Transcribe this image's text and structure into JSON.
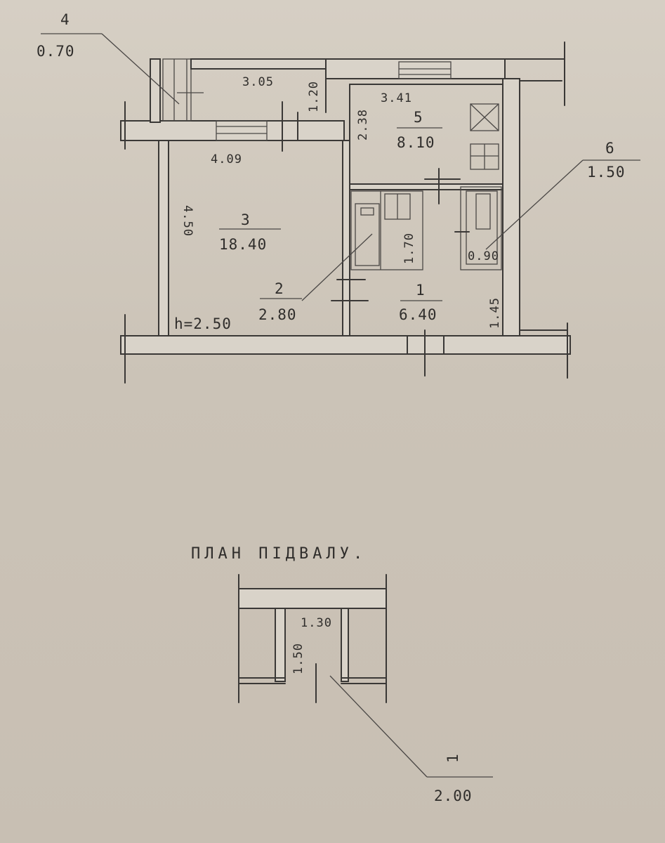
{
  "rooms": [
    {
      "num": "4",
      "area": "0.70"
    },
    {
      "num": "5",
      "area": "8.10"
    },
    {
      "num": "6",
      "area": "1.50"
    },
    {
      "num": "3",
      "area": "18.40"
    },
    {
      "num": "2",
      "area": "2.80"
    },
    {
      "num": "1",
      "area": "6.40"
    }
  ],
  "dims": {
    "balcony_len": "3.05",
    "balcony_w": "1.20",
    "kitchen_len": "3.41",
    "kitchen_w": "2.38",
    "room3_len": "4.09",
    "room3_w": "4.50",
    "bath_w": "1.70",
    "toilet_w": "0.90",
    "hall_w": "1.45",
    "height": "h=2.50"
  },
  "basement": {
    "title": "ПЛАН ПІДВАЛУ.",
    "dim_w": "1.30",
    "dim_h": "1.50",
    "num": "1",
    "area": "2.00"
  }
}
